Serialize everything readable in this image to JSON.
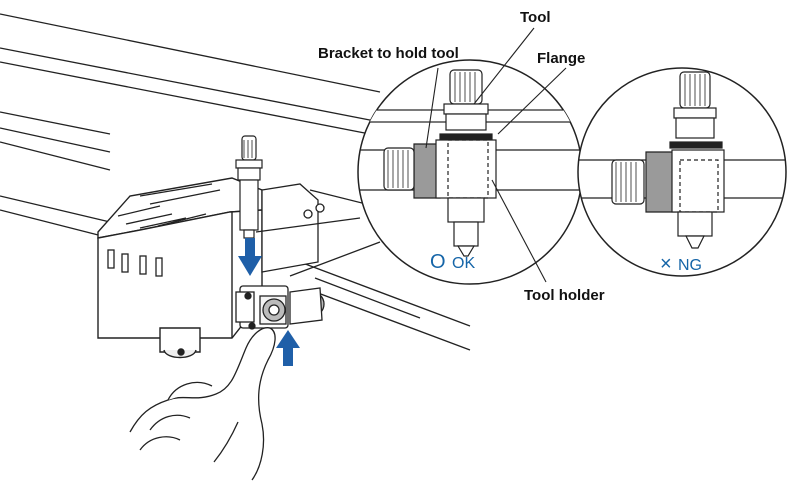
{
  "labels": {
    "tool": "Tool",
    "bracket": "Bracket to hold tool",
    "flange": "Flange",
    "tool_holder": "Tool holder"
  },
  "detail_ok": {
    "symbol": "O",
    "text": "OK"
  },
  "detail_ng": {
    "symbol": "×",
    "text": "NG"
  },
  "colors": {
    "accent_blue": "#1565a8",
    "arrow_blue": "#1f5fa8",
    "outline": "#222222",
    "bracket_gray": "#9a9a9a",
    "light_gray": "#e6e6e6"
  }
}
